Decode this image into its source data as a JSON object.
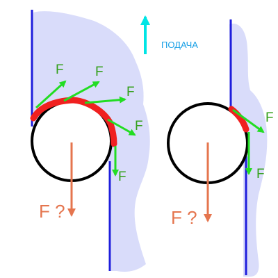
{
  "colors": {
    "background": "#ffffff",
    "cloud": "#d9dcfa",
    "belt": "#1e1edc",
    "wrap": "#f02020",
    "force_arrow": "#22dd22",
    "force_label": "#33a01a",
    "load_arrow": "#e5754e",
    "feed_arrow": "#00e5e5",
    "feed_text": "#19a0e6",
    "circle": "#000000"
  },
  "labels": {
    "feed": "ПОДАЧА",
    "force": "F",
    "unknown_force": "F ?"
  },
  "left_figure": {
    "force_labels": [
      "F",
      "F",
      "F",
      "F",
      "F"
    ],
    "unknown_force_label": "F ?"
  },
  "right_figure": {
    "force_labels": [
      "F",
      "F"
    ],
    "unknown_force_label": "F ?"
  }
}
